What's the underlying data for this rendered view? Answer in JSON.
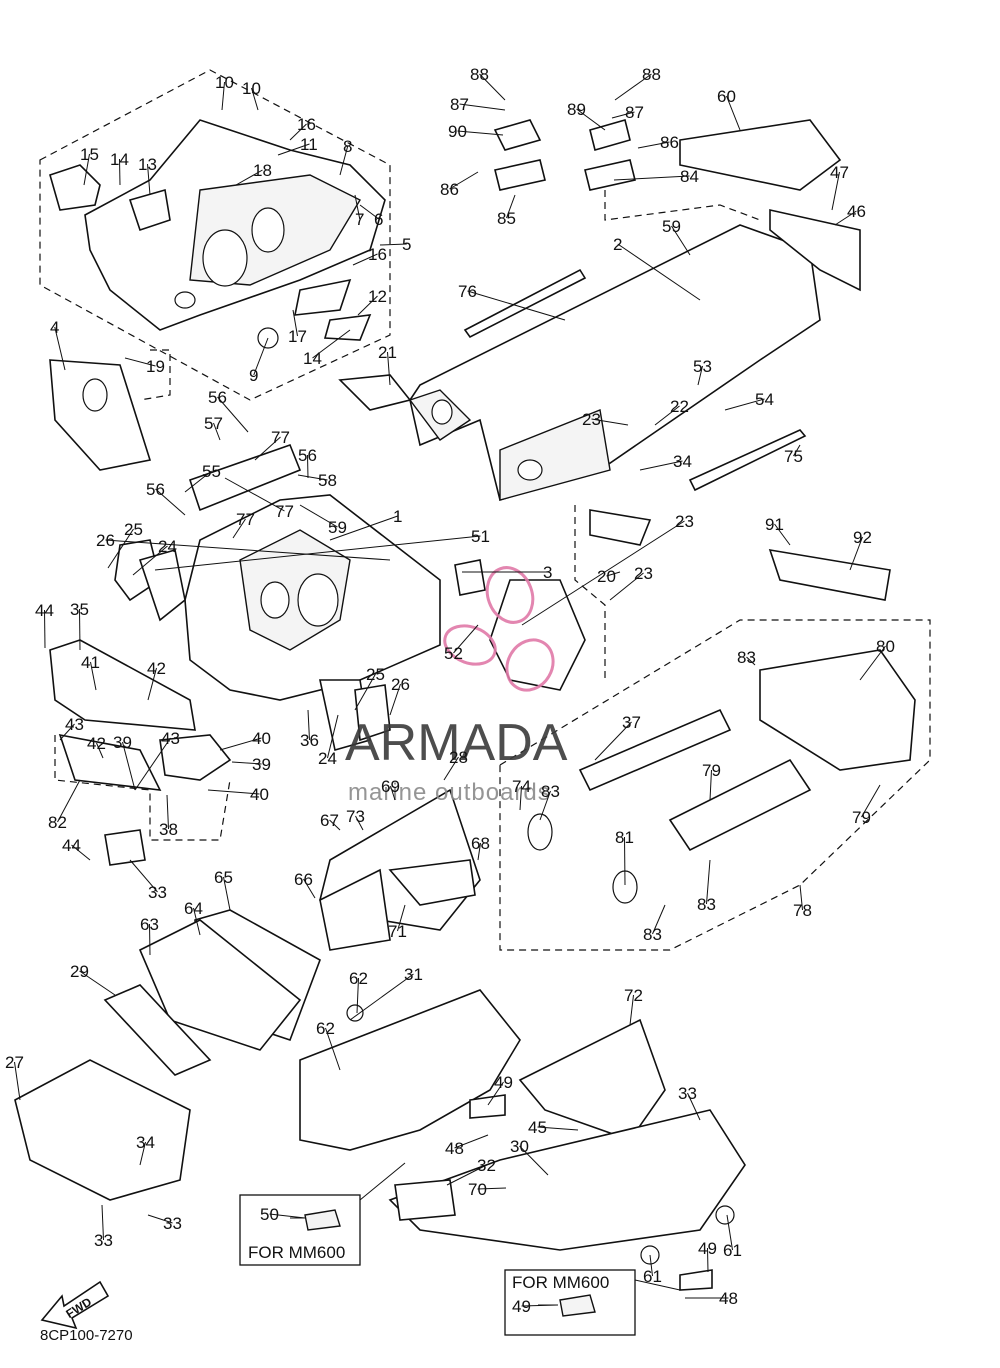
{
  "diagram_code": "8CP100-7270",
  "watermark": {
    "title": "ARMADA",
    "subtitle": "marine outboards",
    "logo_color": "#e07aa8"
  },
  "forward_arrow_label": "FWD",
  "notes": [
    {
      "label": "FOR MM600",
      "part": "50"
    },
    {
      "label": "FOR MM600",
      "part": "49"
    }
  ],
  "callouts": [
    "88",
    "88",
    "87",
    "87",
    "89",
    "90",
    "86",
    "86",
    "84",
    "85",
    "60",
    "47",
    "46",
    "59",
    "2",
    "76",
    "53",
    "54",
    "22",
    "23",
    "34",
    "75",
    "10",
    "10",
    "16",
    "11",
    "8",
    "15",
    "14",
    "13",
    "18",
    "7",
    "6",
    "16",
    "5",
    "12",
    "17",
    "14",
    "9",
    "21",
    "4",
    "19",
    "56",
    "57",
    "77",
    "56",
    "58",
    "55",
    "77",
    "56",
    "77",
    "59",
    "1",
    "26",
    "25",
    "24",
    "51",
    "3",
    "23",
    "20",
    "23",
    "91",
    "92",
    "44",
    "35",
    "41",
    "42",
    "52",
    "25",
    "26",
    "36",
    "24",
    "83",
    "80",
    "43",
    "39",
    "42",
    "43",
    "40",
    "39",
    "40",
    "37",
    "82",
    "38",
    "44",
    "33",
    "28",
    "69",
    "73",
    "67",
    "68",
    "74",
    "83",
    "79",
    "81",
    "79",
    "83",
    "83",
    "78",
    "66",
    "71",
    "65",
    "64",
    "63",
    "29",
    "62",
    "31",
    "62",
    "72",
    "27",
    "49",
    "34",
    "48",
    "45",
    "33",
    "30",
    "33",
    "33",
    "32",
    "70",
    "50",
    "49",
    "61",
    "61",
    "49",
    "48"
  ]
}
